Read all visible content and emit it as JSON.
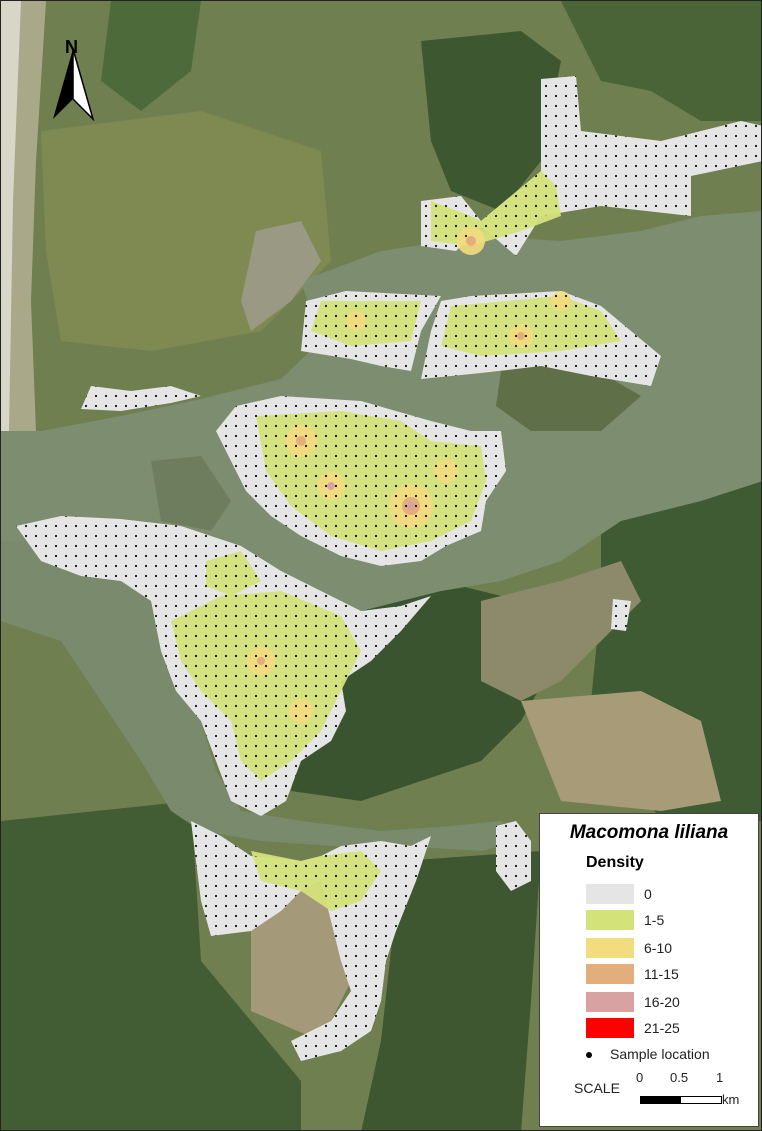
{
  "map": {
    "north_label": "N",
    "colors": {
      "land": "#6f7f50",
      "forest": "#3f5a32",
      "pasture": "#8a9358",
      "water": "#7f8f70",
      "mudflat": "#8c8a6a"
    }
  },
  "legend": {
    "title": "Macomona liliana",
    "subtitle": "Density",
    "classes": [
      {
        "label": "0",
        "color": "#e5e5e5"
      },
      {
        "label": "1-5",
        "color": "#d4e27a"
      },
      {
        "label": "6-10",
        "color": "#f3dc7e"
      },
      {
        "label": "11-15",
        "color": "#e3ad7c"
      },
      {
        "label": "16-20",
        "color": "#d9a2a2"
      },
      {
        "label": "21-25",
        "color": "#ff0000"
      }
    ],
    "sample_label": "Sample location",
    "scale_label": "SCALE",
    "scale_ticks": [
      "0",
      "0.5",
      "1"
    ],
    "scale_unit": "km"
  }
}
